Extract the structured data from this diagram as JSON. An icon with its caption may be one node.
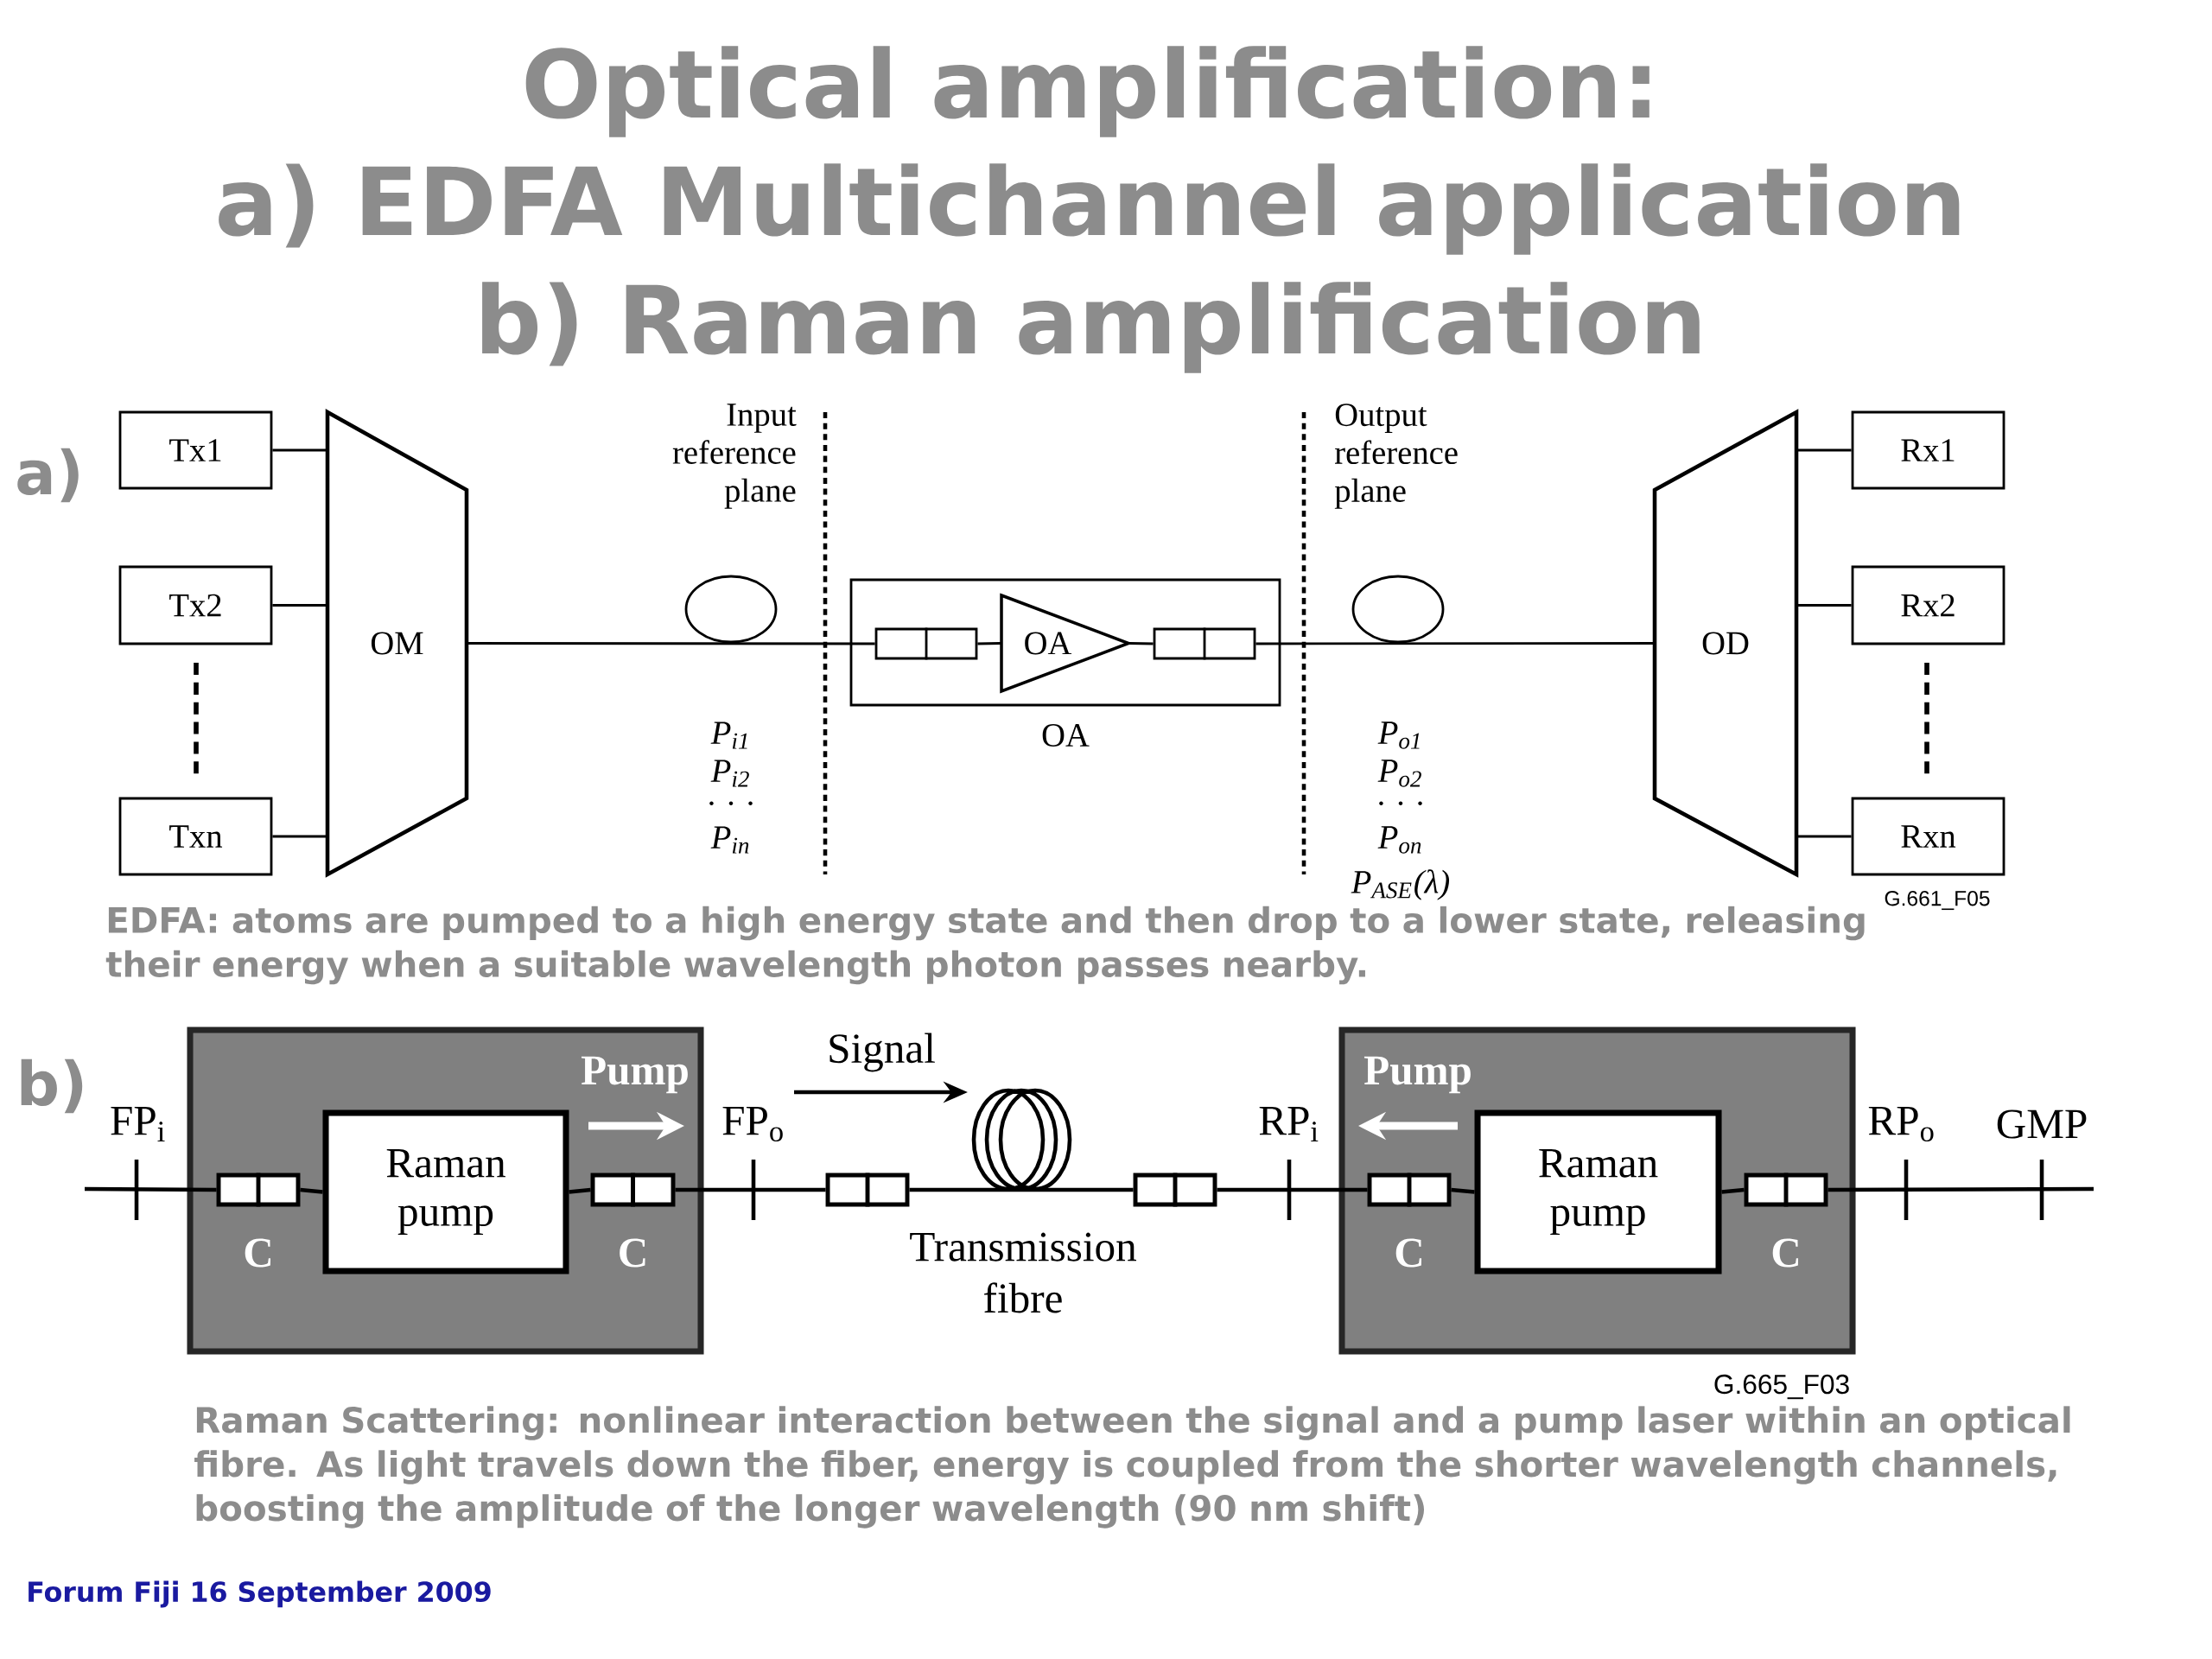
{
  "diagram": {
    "title": "Optical amplification:",
    "nodes": [
      {
        "text": [
          "Tx1"
        ]
      },
      {
        "text": [
          "Tx2"
        ]
      },
      {
        "text": [
          "Txn"
        ]
      },
      {
        "text": [
          "OM"
        ]
      },
      {
        "text": [],
        "shape": "box",
        "beside": [
          "OA"
        ]
      },
      {
        "text": [],
        "shape": "box",
        "in": 4
      },
      {
        "text": [
          "OA"
        ],
        "in": 4
      },
      {
        "text": [],
        "shape": "box",
        "in": 4
      },
      {
        "text": [
          "OD"
        ]
      },
      {
        "text": [
          "Rx1"
        ]
      },
      {
        "text": [
          "Rx2"
        ]
      },
      {
        "text": [
          "Rxn"
        ]
      },
      {
        "text": [],
        "shape": "box"
      },
      {
        "text": [],
        "shape": "box",
        "in": 12,
        "beside": [
          "C"
        ]
      },
      {
        "text": [
          "Raman pump"
        ],
        "in": 12
      },
      {
        "text": [],
        "shape": "box",
        "in": 12,
        "beside": [
          "C"
        ]
      },
      {
        "text": [],
        "shape": "box"
      },
      {
        "text": [],
        "shape": "box"
      },
      {
        "text": [],
        "shape": "box"
      },
      {
        "text": [],
        "shape": "box",
        "in": 18,
        "beside": [
          "C"
        ]
      },
      {
        "text": [
          "Raman pump"
        ],
        "in": 18
      },
      {
        "text": [],
        "shape": "box",
        "in": 18,
        "beside": [
          "C"
        ]
      }
    ],
    "edges": [
      {
        "from": 0,
        "to": 3,
        "arrow": "none"
      },
      {
        "from": 1,
        "to": 3,
        "arrow": "none"
      },
      {
        "from": 2,
        "to": 3,
        "arrow": "none"
      },
      {
        "from": 3,
        "to": 5,
        "arrow": "none"
      },
      {
        "from": 5,
        "to": 6,
        "arrow": "none"
      },
      {
        "from": 6,
        "to": 7,
        "arrow": "none"
      },
      {
        "from": 7,
        "to": 8,
        "arrow": "none"
      },
      {
        "from": 8,
        "to": 9,
        "arrow": "none"
      },
      {
        "from": 8,
        "to": 10,
        "arrow": "none"
      },
      {
        "from": 8,
        "to": 11,
        "arrow": "none"
      },
      {
        "from": null,
        "to": 13,
        "arrow": "none"
      },
      {
        "from": 13,
        "to": 14,
        "arrow": "none"
      },
      {
        "from": 14,
        "to": 15,
        "arrow": "none"
      },
      {
        "from": 15,
        "to": 16,
        "arrow": "none"
      },
      {
        "from": 16,
        "to": 17,
        "arrow": "none"
      },
      {
        "from": 17,
        "to": 19,
        "arrow": "none"
      },
      {
        "from": 19,
        "to": 20,
        "arrow": "none"
      },
      {
        "from": 20,
        "to": 21,
        "arrow": "none"
      },
      {
        "from": 21,
        "to": null,
        "arrow": "none"
      }
    ],
    "labels": [
      "a) EDFA Multichannel application",
      "b) Raman amplification",
      "a)",
      "Input reference plane",
      "Output reference plane",
      "P$_{i1}$",
      "P$_{i2}$",
      "· · ·",
      "P$_{in}$",
      "P$_{o1}$",
      "P$_{o2}$",
      "· · ·",
      "P$_{on}$",
      "P$_{ASE}$(λ)",
      "G.661_F05",
      "EDFA: atoms are pumped to a high energy state and then drop to a lower state, releasing their energy when a suitable wavelength photon passes nearby.",
      "b)",
      "Signal",
      "Pump",
      "FP$_{i}$",
      "FP$_{o}$",
      "Transmission fibre",
      "RP$_{i}$",
      "Pump",
      "RP$_{o}$",
      "GMP",
      "G.665_F03",
      "Raman Scattering: nonlinear interaction between the signal and a pump laser within an optical fibre. As light travels down the fiber, energy is coupled from the shorter wavelength channels, boosting the amplitude of the longer wavelength (90 nm shift)",
      "Forum Fiji 16 September 2009"
    ]
  }
}
